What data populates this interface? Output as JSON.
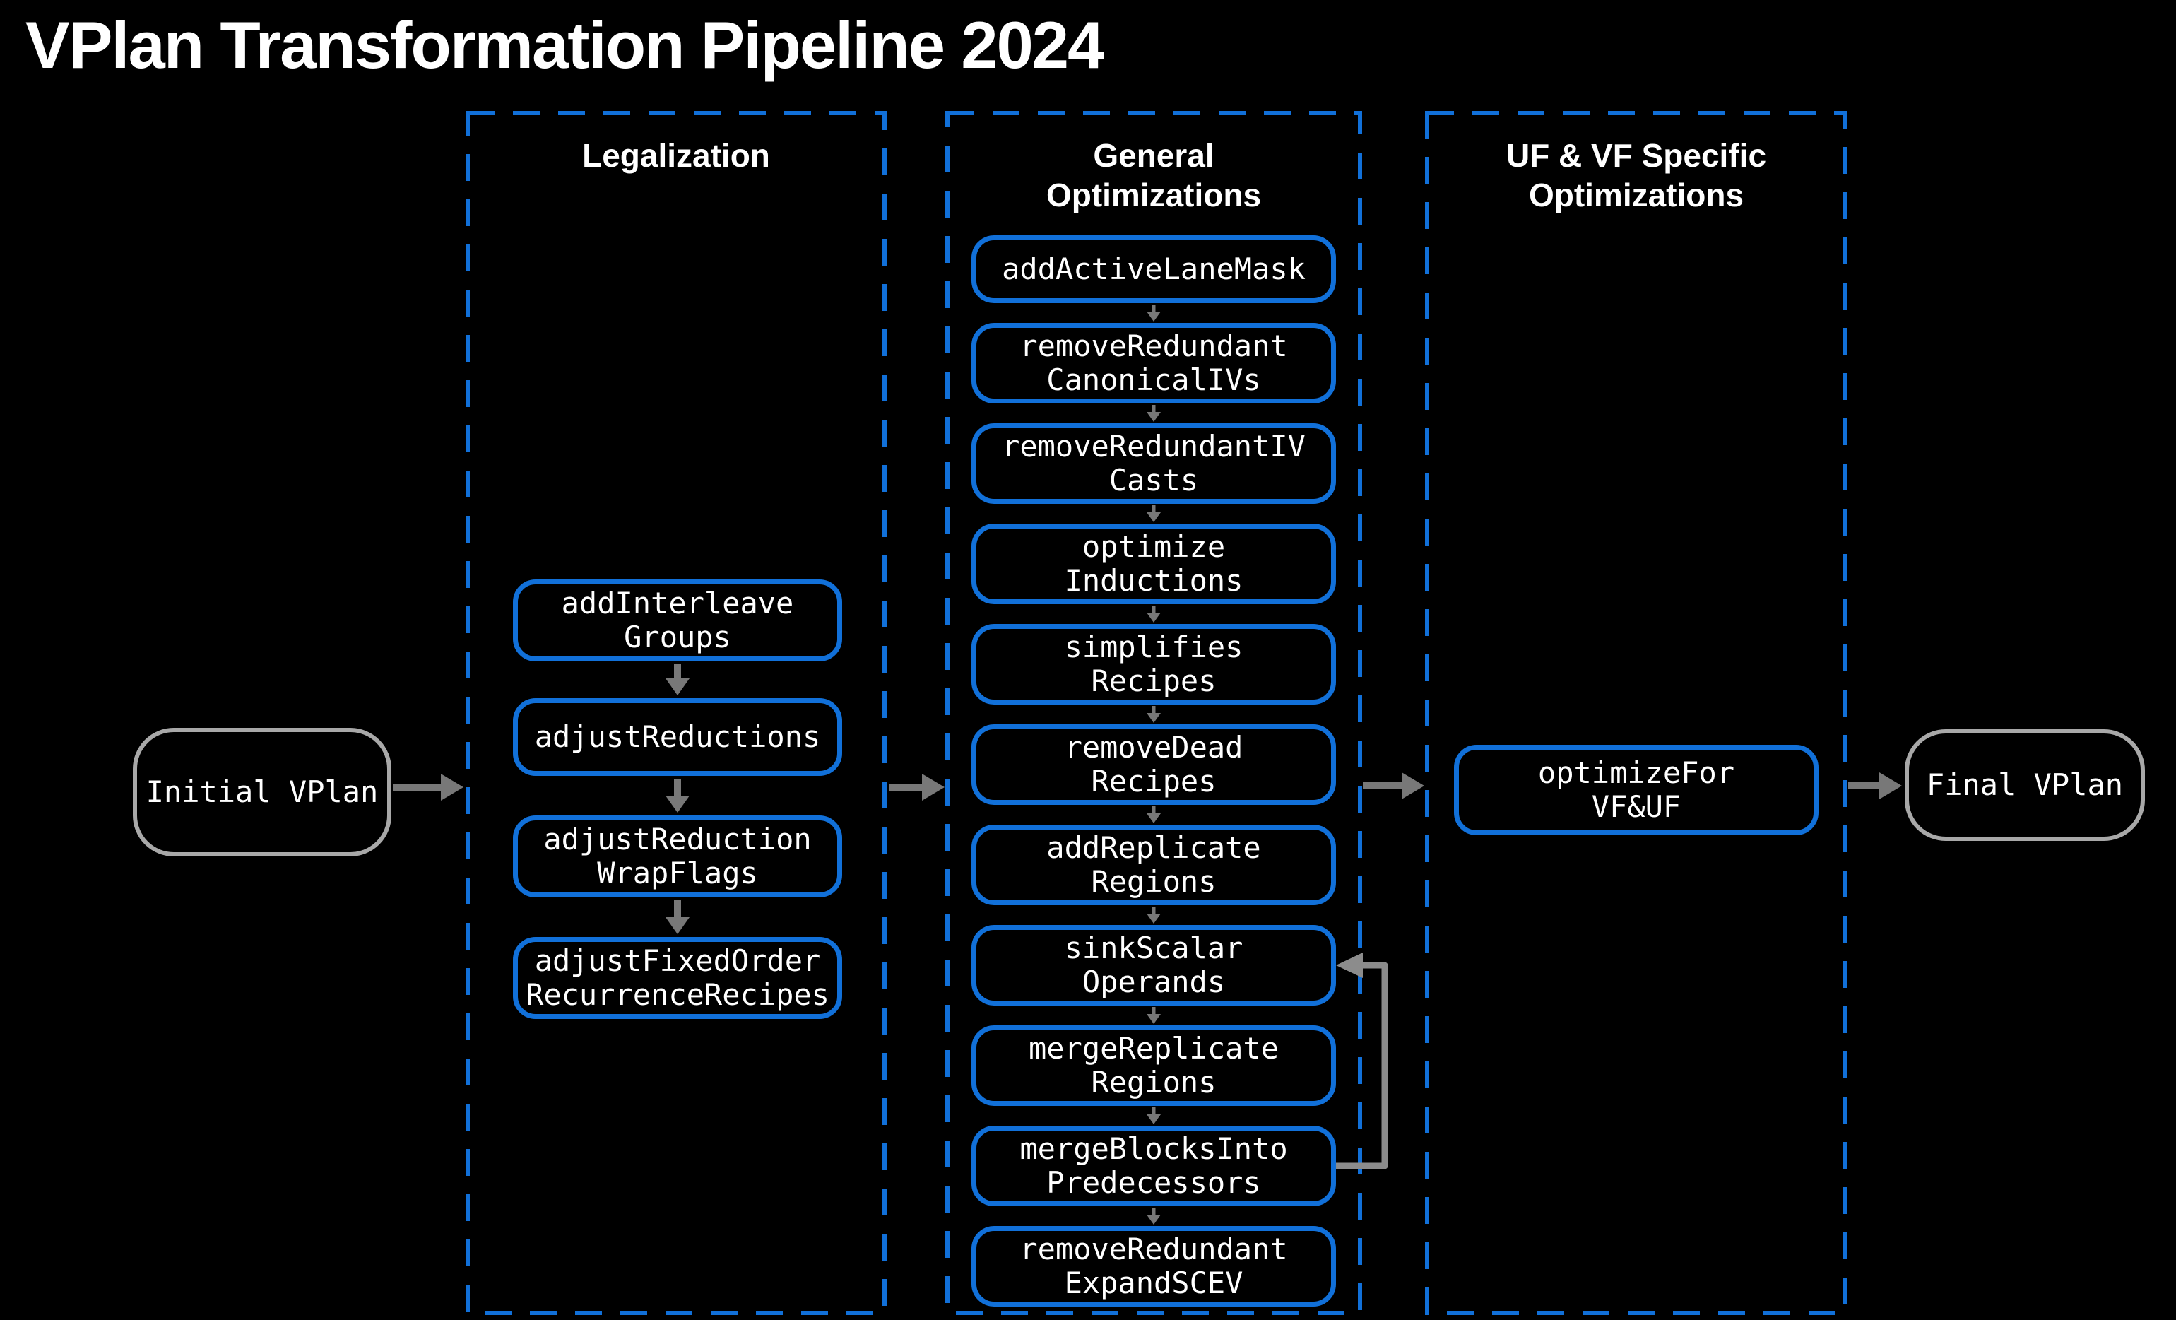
{
  "title": "VPlan Transformation Pipeline 2024",
  "terminals": {
    "initial": {
      "label": "Initial VPlan"
    },
    "final": {
      "label": "Final VPlan"
    }
  },
  "columns": [
    {
      "id": "legalization",
      "header_lines": [
        "Legalization"
      ],
      "boxes": [
        {
          "lines": [
            "addInterleave",
            "Groups"
          ]
        },
        {
          "lines": [
            "adjustReductions"
          ]
        },
        {
          "lines": [
            "adjustReduction",
            "WrapFlags"
          ]
        },
        {
          "lines": [
            "adjustFixedOrder",
            "RecurrenceRecipes"
          ]
        }
      ]
    },
    {
      "id": "general-optimizations",
      "header_lines": [
        "General",
        "Optimizations"
      ],
      "boxes": [
        {
          "lines": [
            "addActiveLaneMask"
          ]
        },
        {
          "lines": [
            "removeRedundant",
            "CanonicalIVs"
          ]
        },
        {
          "lines": [
            "removeRedundantIV",
            "Casts"
          ]
        },
        {
          "lines": [
            "optimize",
            "Inductions"
          ]
        },
        {
          "lines": [
            "simplifies",
            "Recipes"
          ]
        },
        {
          "lines": [
            "removeDead",
            "Recipes"
          ]
        },
        {
          "lines": [
            "addReplicate",
            "Regions"
          ]
        },
        {
          "lines": [
            "sinkScalar",
            "Operands"
          ]
        },
        {
          "lines": [
            "mergeReplicate",
            "Regions"
          ]
        },
        {
          "lines": [
            "mergeBlocksInto",
            "Predecessors"
          ]
        },
        {
          "lines": [
            "removeRedundant",
            "ExpandSCEV"
          ]
        }
      ]
    },
    {
      "id": "uf-vf-specific-optimizations",
      "header_lines": [
        "UF & VF Specific",
        "Optimizations"
      ],
      "boxes": [
        {
          "lines": [
            "optimizeFor",
            "VF&UF"
          ]
        }
      ]
    }
  ],
  "loop": {
    "from": "mergeBlocksInto Predecessors",
    "to": "sinkScalar Operands"
  },
  "colors": {
    "background": "#000000",
    "box_border": "#1170d9",
    "column_border": "#1170d9",
    "arrow": "#787878",
    "loop_arrow": "#8c8c8c",
    "terminal_border": "#a8a8a8",
    "text": "#ffffff"
  }
}
